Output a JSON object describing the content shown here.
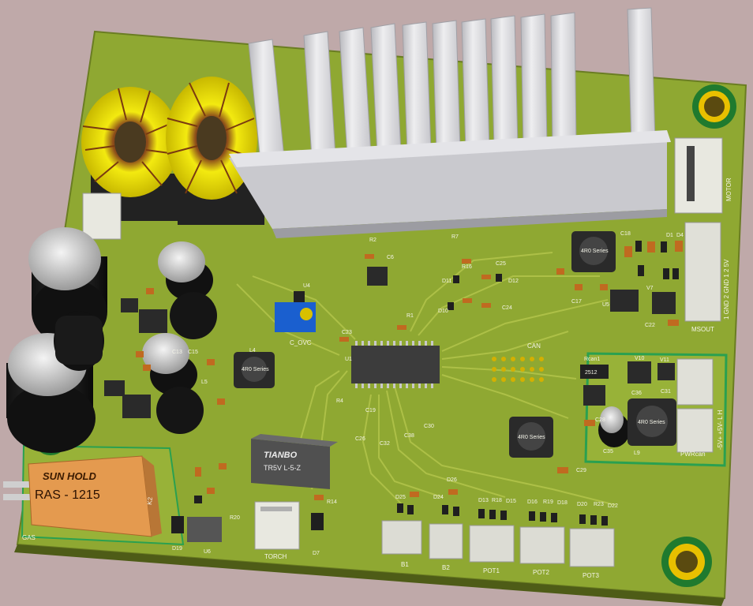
{
  "relay": {
    "brand": "SUN HOLD",
    "model": "RAS - 1215",
    "ref": "K2"
  },
  "dcdc": {
    "brand": "TIANBO",
    "model": "TR5V L-5-Z"
  },
  "trimpot": {
    "label": "C_OVC"
  },
  "connectors": {
    "motor": "MOTOR",
    "msout": "MSOUT",
    "msout_pins": "1 GND 2 GND 1 2 5V",
    "can": "CAN",
    "can_pins": "-5V+ +5V- L H",
    "pwrcan": "PWRcan",
    "gas": "GAS",
    "torch": "TORCH",
    "b1": "B1",
    "b2": "B2",
    "pot1": "POT1",
    "pot2": "POT2",
    "pot3": "POT3"
  },
  "inductor_marking": "4R0 Series",
  "resistor_marking": "2512",
  "refdes": {
    "u1": "U1",
    "u6": "U6",
    "u5": "U5",
    "v7": "V7",
    "v10": "V10",
    "v11": "V11",
    "c35": "C35",
    "l9": "L9",
    "c29": "C29",
    "c22": "C22",
    "c17": "C17",
    "c24": "C24",
    "c25": "C25",
    "c23": "C23",
    "c26": "C26",
    "c30": "C30",
    "c32": "C32",
    "c38": "C38",
    "c36": "C36",
    "c31": "C31",
    "c19": "C19",
    "c28": "C28",
    "c6": "C6",
    "r1": "R1",
    "r2": "R2",
    "r4": "R4",
    "r7": "R7",
    "r14": "R14",
    "r20": "R20",
    "r16": "R16",
    "r18": "R18",
    "r19": "R19",
    "r23": "R23",
    "d1": "D1",
    "d4": "D4",
    "d7": "D7",
    "d10": "D10",
    "d11": "D11",
    "d12": "D12",
    "d13": "D13",
    "d15": "D15",
    "d16": "D16",
    "d18": "D18",
    "d20": "D20",
    "d22": "D22",
    "d24": "D24",
    "d25": "D25",
    "d26": "D26",
    "d19": "D19",
    "k2": "K2",
    "u4": "U4",
    "l4": "L4",
    "rcan1": "Rcan1",
    "c18": "C18",
    "c13": "C13",
    "c15": "C15",
    "l5": "L5"
  },
  "colors": {
    "background": "#bfa9a9",
    "pcb": "#8fa832",
    "copper_pad": "#d4b000",
    "silkscreen": "#f4f4e8",
    "heatsink": "#d8d8dc",
    "toroid_wire": "#ece500",
    "relay_body": "#e49a4f"
  }
}
